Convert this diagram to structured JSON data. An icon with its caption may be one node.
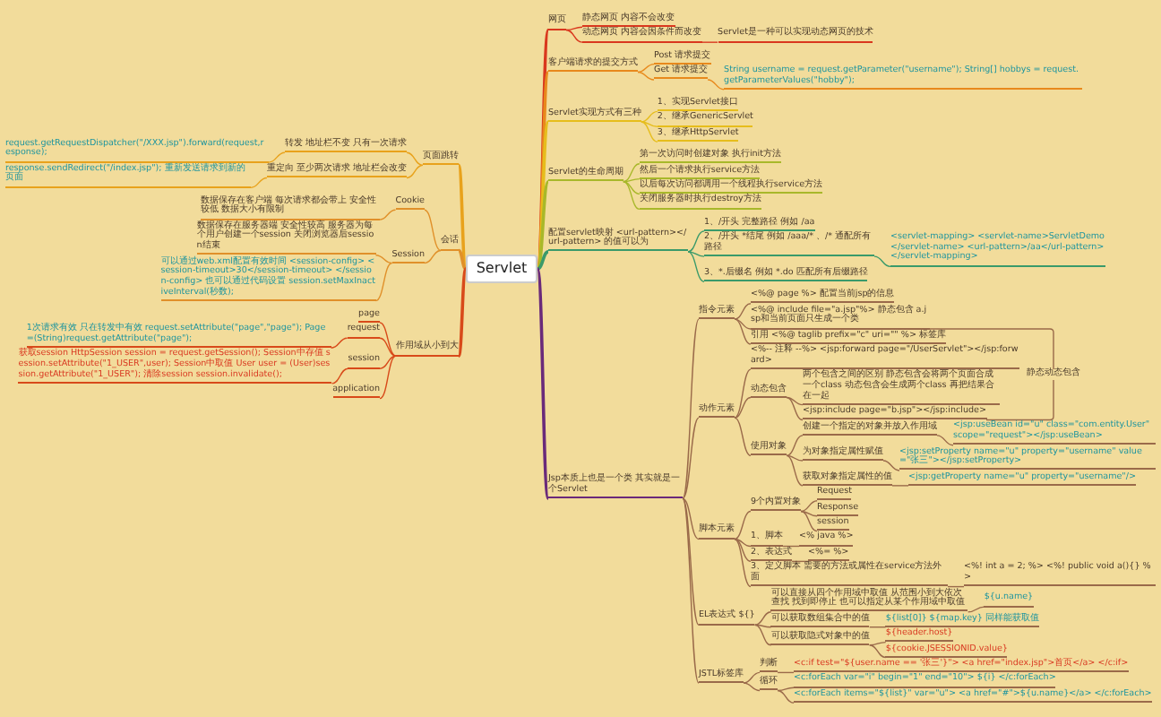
{
  "diagram": {
    "nodes": [
      {
        "text": [
          "Servlet"
        ]
      },
      {
        "text": [
          "网页"
        ]
      },
      {
        "text": [
          "静态网页 内容不会改变"
        ]
      },
      {
        "text": [
          "动态网页 内容会因条件而改变"
        ]
      },
      {
        "text": [
          "Servlet是一种可以实现动态网页的技术"
        ]
      },
      {
        "text": [
          "客户端请求的提交方式"
        ]
      },
      {
        "text": [
          "Post 请求提交"
        ]
      },
      {
        "text": [
          "Get 请求提交"
        ]
      },
      {
        "text": [
          "String username = request.getParameter(\"username\"); String[] hobbys = request.getParameterValues(\"hobby\");"
        ]
      },
      {
        "text": [
          "Servlet实现方式有三种"
        ]
      },
      {
        "text": [
          "1、实现Servlet接口"
        ]
      },
      {
        "text": [
          "2、继承GenericServlet"
        ]
      },
      {
        "text": [
          "3、继承HttpServlet"
        ]
      },
      {
        "text": [
          "Servlet的生命周期"
        ]
      },
      {
        "text": [
          "第一次访问时创建对象 执行init方法"
        ]
      },
      {
        "text": [
          "然后一个请求执行service方法"
        ]
      },
      {
        "text": [
          "以后每次访问都调用一个线程执行service方法"
        ]
      },
      {
        "text": [
          "关闭服务器时执行destroy方法"
        ]
      },
      {
        "text": [
          "配置servlet映射 <url-pattern></url-pattern> 的值可以为"
        ]
      },
      {
        "text": [
          "1、/开头 完整路径 例如 /aa"
        ]
      },
      {
        "text": [
          "2、/开头 *结尾 例如 /aaa/* 、/* 通配所有路径"
        ]
      },
      {
        "text": [
          "3、*.后缀名 例如 *.do 匹配所有后缀路径"
        ]
      },
      {
        "text": [
          "<servlet-mapping> <servlet-name>ServletDemo</servlet-name> <url-pattern>/aa</url-pattern> </servlet-mapping>"
        ]
      },
      {
        "text": [
          "Jsp本质上也是一个类 其实就是一个Servlet"
        ]
      },
      {
        "text": [
          "指令元素"
        ]
      },
      {
        "text": [
          "<%@ page %> 配置当前jsp的信息"
        ]
      },
      {
        "text": [
          "<%@ include file=\"a.jsp\"%> 静态包含 a.jsp和当前页面只生成一个类"
        ]
      },
      {
        "text": [
          "引用 <%@ taglib prefix=\"c\" uri=\"\" %> 标签库"
        ]
      },
      {
        "text": [
          "动作元素"
        ]
      },
      {
        "text": [
          "<%-- 注释 --%> <jsp:forward page=\"/UserServlet\"></jsp:forward>"
        ]
      },
      {
        "text": [
          "动态包含"
        ]
      },
      {
        "text": [
          "两个包含之间的区别 静态包含会将两个页面合成一个class 动态包含会生成两个class 再把结果合在一起"
        ]
      },
      {
        "text": [
          "<jsp:include page=\"b.jsp\"></jsp:include>"
        ]
      },
      {
        "text": [
          "使用对象"
        ]
      },
      {
        "text": [
          "创建一个指定的对象并放入作用域"
        ]
      },
      {
        "text": [
          "<jsp:useBean id=\"u\" class=\"com.entity.User\" scope=\"request\"></jsp:useBean>"
        ]
      },
      {
        "text": [
          "为对象指定属性赋值"
        ]
      },
      {
        "text": [
          "<jsp:setProperty name=\"u\" property=\"username\" value=\"张三\"></jsp:setProperty>"
        ]
      },
      {
        "text": [
          "获取对象指定属性的值"
        ]
      },
      {
        "text": [
          "<jsp:getProperty name=\"u\" property=\"username\"/>"
        ]
      },
      {
        "text": [
          "脚本元素"
        ]
      },
      {
        "text": [
          "9个内置对象"
        ]
      },
      {
        "text": [
          "Request"
        ]
      },
      {
        "text": [
          "Response"
        ]
      },
      {
        "text": [
          "session"
        ]
      },
      {
        "text": [
          "1、脚本"
        ]
      },
      {
        "text": [
          "<% java %>"
        ]
      },
      {
        "text": [
          "2、表达式"
        ]
      },
      {
        "text": [
          "<%= %>"
        ]
      },
      {
        "text": [
          "3、定义脚本 需要的方法或属性在service方法外面"
        ]
      },
      {
        "text": [
          "<%! int a = 2; %> <%! public void a(){} %>"
        ]
      },
      {
        "text": [
          "EL表达式 ${}"
        ]
      },
      {
        "text": [
          "可以直接从四个作用域中取值 从范围小到大依次查找 找到即停止 也可以指定从某个作用域中取值"
        ]
      },
      {
        "text": [
          "${u.name}"
        ]
      },
      {
        "text": [
          "可以获取数组集合中的值"
        ]
      },
      {
        "text": [
          "${list[0]} ${map.key} 同样能获取值"
        ]
      },
      {
        "text": [
          "可以获取隐式对象中的值"
        ]
      },
      {
        "text": [
          "${header.host}"
        ]
      },
      {
        "text": [
          "${cookie.JSESSIONID.value}"
        ]
      },
      {
        "text": [
          "判断"
        ]
      },
      {
        "text": [
          "<c:if test=\"${user.name == '张三'}\"> <a href=\"index.jsp\">首页</a> </c:if>"
        ]
      },
      {
        "text": [
          "循环"
        ]
      },
      {
        "text": [
          "<c:forEach var=\"i\" begin=\"1\" end=\"10\"> ${i} </c:forEach>"
        ]
      },
      {
        "text": [
          "<c:forEach items=\"${list}\" var=\"u\"> <a href=\"#\">${u.name}</a> </c:forEach>"
        ]
      },
      {
        "text": [
          "JSTL标签库"
        ]
      },
      {
        "text": [
          "页面跳转"
        ]
      },
      {
        "text": [
          "转发 地址栏不变 只有一次请求"
        ]
      },
      {
        "text": [
          "request.getRequestDispatcher(\"/XXX.jsp\").forward(request,response);"
        ]
      },
      {
        "text": [
          "重定向 至少两次请求 地址栏会改变"
        ]
      },
      {
        "text": [
          "response.sendRedirect(\"/index.jsp\"); 重新发送请求到新的页面"
        ]
      },
      {
        "text": [
          "会话"
        ]
      },
      {
        "text": [
          "Cookie"
        ]
      },
      {
        "text": [
          "数据保存在客户端 每次请求都会带上 安全性较低 数据大小有限制"
        ]
      },
      {
        "text": [
          "Session"
        ]
      },
      {
        "text": [
          "数据保存在服务器端 安全性较高 服务器为每个用户创建一个session 关闭浏览器后session结束"
        ]
      },
      {
        "text": [
          "可以通过web.xml配置有效时间 <session-config> <session-timeout>30</session-timeout> </session-config> 也可以通过代码设置 session.setMaxInactiveInterval(秒数);"
        ]
      },
      {
        "text": [
          "作用域从小到大"
        ]
      },
      {
        "text": [
          "page"
        ]
      },
      {
        "text": [
          "request"
        ]
      },
      {
        "text": [
          "1次请求有效 只在转发中有效 request.setAttribute(\"page\",\"page\"); Page=(String)request.getAttribute(\"page\");"
        ]
      },
      {
        "text": [
          "session"
        ]
      },
      {
        "text": [
          "获取session HttpSession session = request.getSession(); Session中存值 session.setAttribute(\"1_USER\",user); Session中取值 User user = (User)session.getAttribute(\"1_USER\"); 清除session session.invalidate();"
        ]
      },
      {
        "text": [
          "application"
        ]
      }
    ],
    "edges": [
      {
        "from": 0,
        "to": 1,
        "arrow": "none",
        "color": "#d9381e"
      },
      {
        "from": 1,
        "to": 2,
        "arrow": "none",
        "color": "#d9381e"
      },
      {
        "from": 1,
        "to": 3,
        "arrow": "none",
        "color": "#d9381e"
      },
      {
        "from": 3,
        "to": 4,
        "arrow": "none",
        "color": "#d9381e"
      },
      {
        "from": 0,
        "to": 5,
        "arrow": "none",
        "color": "#e8891c"
      },
      {
        "from": 5,
        "to": 6,
        "arrow": "none",
        "color": "#e8891c"
      },
      {
        "from": 5,
        "to": 7,
        "arrow": "none",
        "color": "#e8891c"
      },
      {
        "from": 7,
        "to": 8,
        "arrow": "none",
        "color": "#e8891c"
      },
      {
        "from": 0,
        "to": 9,
        "arrow": "none",
        "color": "#e6bd1c"
      },
      {
        "from": 9,
        "to": 10,
        "arrow": "none",
        "color": "#e6bd1c"
      },
      {
        "from": 9,
        "to": 11,
        "arrow": "none",
        "color": "#e6bd1c"
      },
      {
        "from": 9,
        "to": 12,
        "arrow": "none",
        "color": "#e6bd1c"
      },
      {
        "from": 0,
        "to": 13,
        "arrow": "none",
        "color": "#a8b82a"
      },
      {
        "from": 13,
        "to": 14,
        "arrow": "none",
        "color": "#a8b82a"
      },
      {
        "from": 13,
        "to": 15,
        "arrow": "none",
        "color": "#a8b82a"
      },
      {
        "from": 13,
        "to": 16,
        "arrow": "none",
        "color": "#a8b82a"
      },
      {
        "from": 13,
        "to": 17,
        "arrow": "none",
        "color": "#a8b82a"
      },
      {
        "from": 0,
        "to": 18,
        "arrow": "none",
        "color": "#3a9a6a"
      },
      {
        "from": 18,
        "to": 19,
        "arrow": "none",
        "color": "#3a9a6a"
      },
      {
        "from": 18,
        "to": 20,
        "arrow": "none",
        "color": "#3a9a6a"
      },
      {
        "from": 18,
        "to": 21,
        "arrow": "none",
        "color": "#3a9a6a"
      },
      {
        "from": 20,
        "to": 22,
        "arrow": "none",
        "color": "#3a9a6a"
      },
      {
        "from": 0,
        "to": 23,
        "arrow": "none",
        "color": "#6a2a7a"
      },
      {
        "from": 23,
        "to": 24,
        "arrow": "none",
        "color": "#9a6a4a"
      },
      {
        "from": 24,
        "to": 25,
        "arrow": "none",
        "color": "#9a6a4a"
      },
      {
        "from": 24,
        "to": 26,
        "arrow": "none",
        "color": "#9a6a4a"
      },
      {
        "from": 24,
        "to": 27,
        "arrow": "none",
        "color": "#9a6a4a"
      },
      {
        "from": 23,
        "to": 28,
        "arrow": "none",
        "color": "#9a6a4a"
      },
      {
        "from": 28,
        "to": 29,
        "arrow": "none",
        "color": "#9a6a4a"
      },
      {
        "from": 28,
        "to": 30,
        "arrow": "none",
        "color": "#9a6a4a"
      },
      {
        "from": 30,
        "to": 31,
        "arrow": "none",
        "color": "#9a6a4a"
      },
      {
        "from": 30,
        "to": 32,
        "arrow": "none",
        "color": "#9a6a4a"
      },
      {
        "from": 26,
        "to": 32,
        "arrow": "none",
        "label": "静态动态包含",
        "color": "#9a6a4a"
      },
      {
        "from": 28,
        "to": 33,
        "arrow": "none",
        "color": "#9a6a4a"
      },
      {
        "from": 33,
        "to": 34,
        "arrow": "none",
        "color": "#9a6a4a"
      },
      {
        "from": 34,
        "to": 35,
        "arrow": "none",
        "color": "#9a6a4a"
      },
      {
        "from": 33,
        "to": 36,
        "arrow": "none",
        "color": "#9a6a4a"
      },
      {
        "from": 36,
        "to": 37,
        "arrow": "none",
        "color": "#9a6a4a"
      },
      {
        "from": 33,
        "to": 38,
        "arrow": "none",
        "color": "#9a6a4a"
      },
      {
        "from": 38,
        "to": 39,
        "arrow": "none",
        "color": "#9a6a4a"
      },
      {
        "from": 23,
        "to": 40,
        "arrow": "none",
        "color": "#9a6a4a"
      },
      {
        "from": 40,
        "to": 41,
        "arrow": "none",
        "color": "#9a6a4a"
      },
      {
        "from": 41,
        "to": 42,
        "arrow": "none",
        "color": "#9a6a4a"
      },
      {
        "from": 41,
        "to": 43,
        "arrow": "none",
        "color": "#9a6a4a"
      },
      {
        "from": 41,
        "to": 44,
        "arrow": "none",
        "color": "#9a6a4a"
      },
      {
        "from": 40,
        "to": 45,
        "arrow": "none",
        "color": "#9a6a4a"
      },
      {
        "from": 45,
        "to": 46,
        "arrow": "none",
        "color": "#9a6a4a"
      },
      {
        "from": 40,
        "to": 47,
        "arrow": "none",
        "color": "#9a6a4a"
      },
      {
        "from": 47,
        "to": 48,
        "arrow": "none",
        "color": "#9a6a4a"
      },
      {
        "from": 40,
        "to": 49,
        "arrow": "none",
        "color": "#9a6a4a"
      },
      {
        "from": 49,
        "to": 50,
        "arrow": "none",
        "color": "#9a6a4a"
      },
      {
        "from": 23,
        "to": 51,
        "arrow": "none",
        "color": "#9a6a4a"
      },
      {
        "from": 51,
        "to": 52,
        "arrow": "none",
        "color": "#9a6a4a"
      },
      {
        "from": 52,
        "to": 53,
        "arrow": "none",
        "color": "#9a6a4a"
      },
      {
        "from": 51,
        "to": 54,
        "arrow": "none",
        "color": "#9a6a4a"
      },
      {
        "from": 54,
        "to": 55,
        "arrow": "none",
        "color": "#9a6a4a"
      },
      {
        "from": 51,
        "to": 56,
        "arrow": "none",
        "color": "#9a6a4a"
      },
      {
        "from": 56,
        "to": 57,
        "arrow": "none",
        "color": "#9a6a4a"
      },
      {
        "from": 56,
        "to": 58,
        "arrow": "none",
        "color": "#9a6a4a"
      },
      {
        "from": 64,
        "to": 59,
        "arrow": "none",
        "color": "#9a6a4a"
      },
      {
        "from": 59,
        "to": 60,
        "arrow": "none",
        "color": "#9a6a4a"
      },
      {
        "from": 64,
        "to": 61,
        "arrow": "none",
        "color": "#9a6a4a"
      },
      {
        "from": 61,
        "to": 62,
        "arrow": "none",
        "color": "#9a6a4a"
      },
      {
        "from": 61,
        "to": 63,
        "arrow": "none",
        "color": "#9a6a4a"
      },
      {
        "from": 23,
        "to": 64,
        "arrow": "none",
        "color": "#9a6a4a"
      },
      {
        "from": 0,
        "to": 65,
        "arrow": "none",
        "color": "#e8a21c"
      },
      {
        "from": 65,
        "to": 66,
        "arrow": "none",
        "color": "#e8a21c"
      },
      {
        "from": 66,
        "to": 67,
        "arrow": "none",
        "color": "#e8a21c"
      },
      {
        "from": 65,
        "to": 68,
        "arrow": "none",
        "color": "#e8a21c"
      },
      {
        "from": 68,
        "to": 69,
        "arrow": "none",
        "color": "#e8a21c"
      },
      {
        "from": 0,
        "to": 70,
        "arrow": "none",
        "color": "#e0902a"
      },
      {
        "from": 70,
        "to": 71,
        "arrow": "none",
        "color": "#e0902a"
      },
      {
        "from": 71,
        "to": 72,
        "arrow": "none",
        "color": "#e0902a"
      },
      {
        "from": 70,
        "to": 73,
        "arrow": "none",
        "color": "#e0902a"
      },
      {
        "from": 73,
        "to": 74,
        "arrow": "none",
        "color": "#e0902a"
      },
      {
        "from": 73,
        "to": 75,
        "arrow": "none",
        "color": "#e0902a"
      },
      {
        "from": 0,
        "to": 76,
        "arrow": "none",
        "color": "#d84a1a"
      },
      {
        "from": 76,
        "to": 77,
        "arrow": "none",
        "color": "#d84a1a"
      },
      {
        "from": 76,
        "to": 78,
        "arrow": "none",
        "color": "#d84a1a"
      },
      {
        "from": 78,
        "to": 79,
        "arrow": "none",
        "color": "#d84a1a"
      },
      {
        "from": 76,
        "to": 80,
        "arrow": "none",
        "color": "#d84a1a"
      },
      {
        "from": 80,
        "to": 81,
        "arrow": "none",
        "color": "#d84a1a"
      },
      {
        "from": 76,
        "to": 82,
        "arrow": "none",
        "color": "#d84a1a"
      }
    ]
  }
}
